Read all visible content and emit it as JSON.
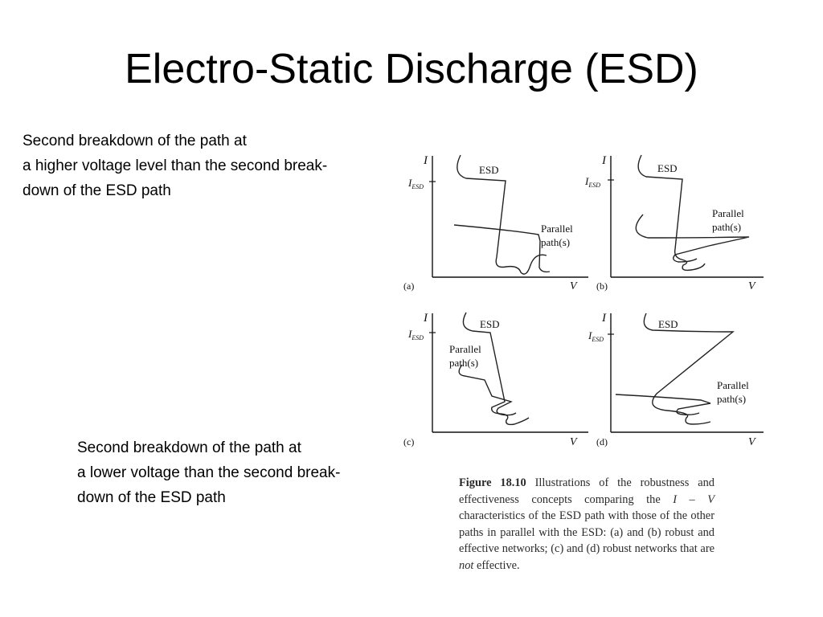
{
  "slide": {
    "title": "Electro-Static Discharge (ESD)"
  },
  "notes": {
    "top": [
      "Second breakdown of the path at",
      "a higher voltage level than the second break-",
      "down of the ESD path"
    ],
    "bottom": [
      "Second breakdown of the path at",
      "a lower voltage than the second break-",
      "down of the ESD path"
    ]
  },
  "figure": {
    "panels": [
      {
        "id": "a",
        "tag": "(a)",
        "y_axis": "I",
        "x_axis": "V",
        "iesd_main": "I",
        "iesd_sub": "ESD",
        "esd_label": "ESD",
        "parallel_label": [
          "Parallel",
          "path(s)"
        ]
      },
      {
        "id": "b",
        "tag": "(b)",
        "y_axis": "I",
        "x_axis": "V",
        "iesd_main": "I",
        "iesd_sub": "ESD",
        "esd_label": "ESD",
        "parallel_label": [
          "Parallel",
          "path(s)"
        ]
      },
      {
        "id": "c",
        "tag": "(c)",
        "y_axis": "I",
        "x_axis": "V",
        "iesd_main": "I",
        "iesd_sub": "ESD",
        "esd_label": "ESD",
        "parallel_label": [
          "Parallel",
          "path(s)"
        ]
      },
      {
        "id": "d",
        "tag": "(d)",
        "y_axis": "I",
        "x_axis": "V",
        "iesd_main": "I",
        "iesd_sub": "ESD",
        "esd_label": "ESD",
        "parallel_label": [
          "Parallel",
          "path(s)"
        ]
      }
    ],
    "caption": {
      "label": "Figure 18.10",
      "part1": " Illustrations of the robustness and effectiveness concepts comparing the ",
      "iv": "I – V",
      "part2": " characteristics of the ESD path with those of the other paths in parallel with the ESD: (a) and (b) robust and effective networks; (c) and (d) robust networks that are ",
      "not": "not",
      "part3": " effective."
    }
  }
}
